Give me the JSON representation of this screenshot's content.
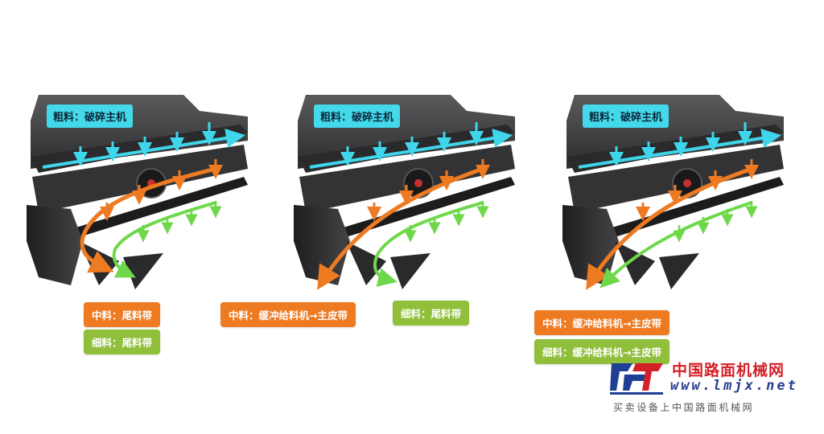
{
  "panels": [
    {
      "coarse": "粗料：破碎主机"
    },
    {
      "coarse": "粗料：破碎主机"
    },
    {
      "coarse": "粗料：破碎主机"
    }
  ],
  "tags": {
    "p1_medium": "中料：尾料带",
    "p1_fine": "细料：尾料带",
    "p2_medium": "中料：缓冲给料机→主皮带",
    "p2_fine": "细料：尾料带",
    "p3_medium": "中料：缓冲给料机→主皮带",
    "p3_fine": "细料：缓冲给料机→主皮带"
  },
  "colors": {
    "coarse_flow": "#3fd6ec",
    "medium_flow": "#ee7a22",
    "fine_flow": "#6fd84a",
    "machine_body": "#3a3a3c",
    "medium_tag": "#ee7a22",
    "fine_tag": "#8fbf3b"
  },
  "watermark": {
    "name": "中国路面机械网",
    "url": "www.lmjx.net",
    "slogan": "买卖设备上中国路面机械网"
  }
}
